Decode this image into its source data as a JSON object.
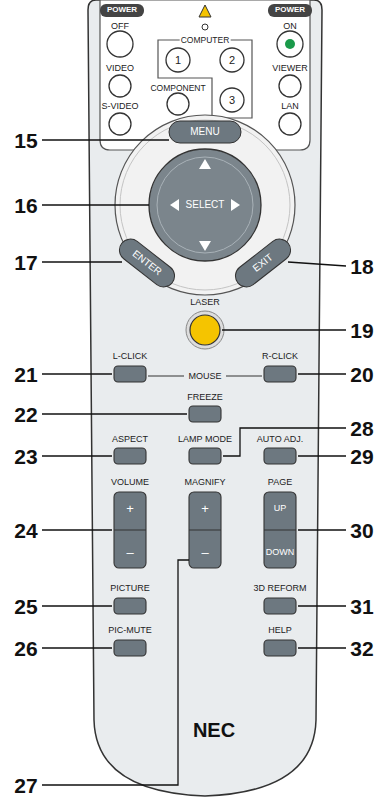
{
  "diagram": {
    "labels": [
      "POWER",
      "OFF",
      "POWER",
      "ON",
      "COMPUTER",
      "1",
      "2",
      "VIDEO",
      "VIEWER",
      "COMPONENT",
      "3",
      "S-VIDEO",
      "LAN",
      "MENU",
      "SELECT",
      "ENTER",
      "EXIT",
      "LASER",
      "L-CLICK",
      "MOUSE",
      "R-CLICK",
      "FREEZE",
      "ASPECT",
      "LAMP MODE",
      "AUTO ADJ.",
      "VOLUME",
      "+",
      "–",
      "MAGNIFY",
      "+",
      "–",
      "PAGE",
      "UP",
      "DOWN",
      "PICTURE",
      "3D REFORM",
      "PIC-MUTE",
      "HELP",
      "NEC",
      "15",
      "16",
      "17",
      "18",
      "19",
      "20",
      "21",
      "22",
      "23",
      "24",
      "25",
      "26",
      "27",
      "28",
      "29",
      "30",
      "31",
      "32"
    ]
  }
}
